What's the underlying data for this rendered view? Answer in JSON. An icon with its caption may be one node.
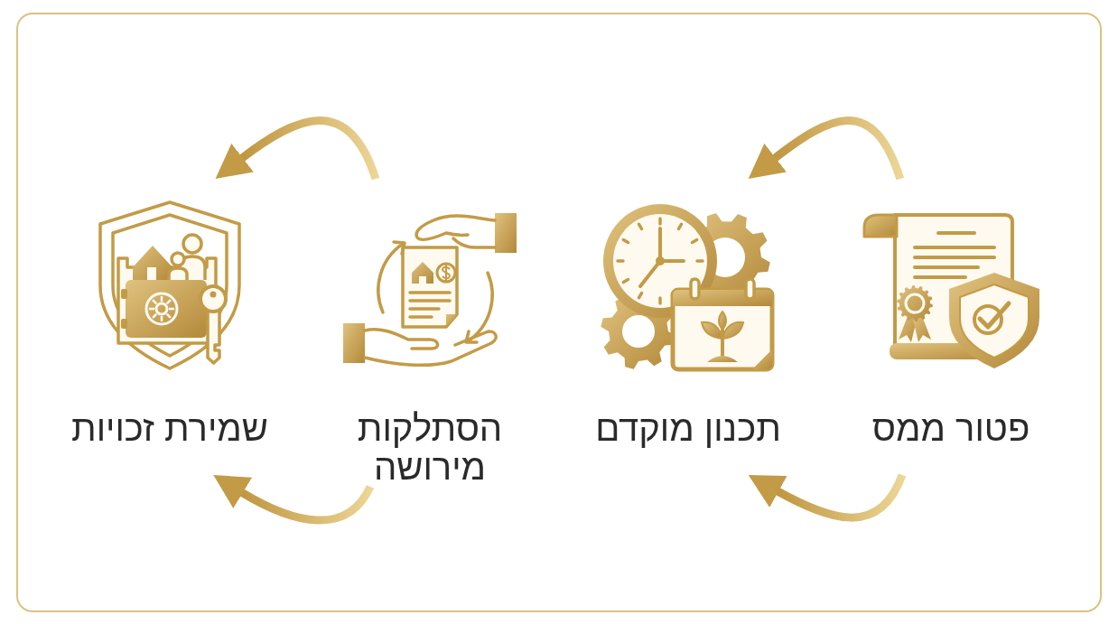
{
  "diagram": {
    "nodes": [
      {
        "text": [
          "פטור ממס"
        ]
      },
      {
        "text": [
          "תכנון מוקדם"
        ]
      },
      {
        "text": [
          "הסתלקות מירושה"
        ]
      },
      {
        "text": [
          "שמירת זכויות"
        ]
      }
    ],
    "edges": [
      {
        "from": 0,
        "to": 1,
        "arrow": "to"
      },
      {
        "from": 0,
        "to": 1,
        "arrow": "to"
      },
      {
        "from": 2,
        "to": 3,
        "arrow": "to"
      },
      {
        "from": 2,
        "to": 3,
        "arrow": "to"
      }
    ]
  }
}
